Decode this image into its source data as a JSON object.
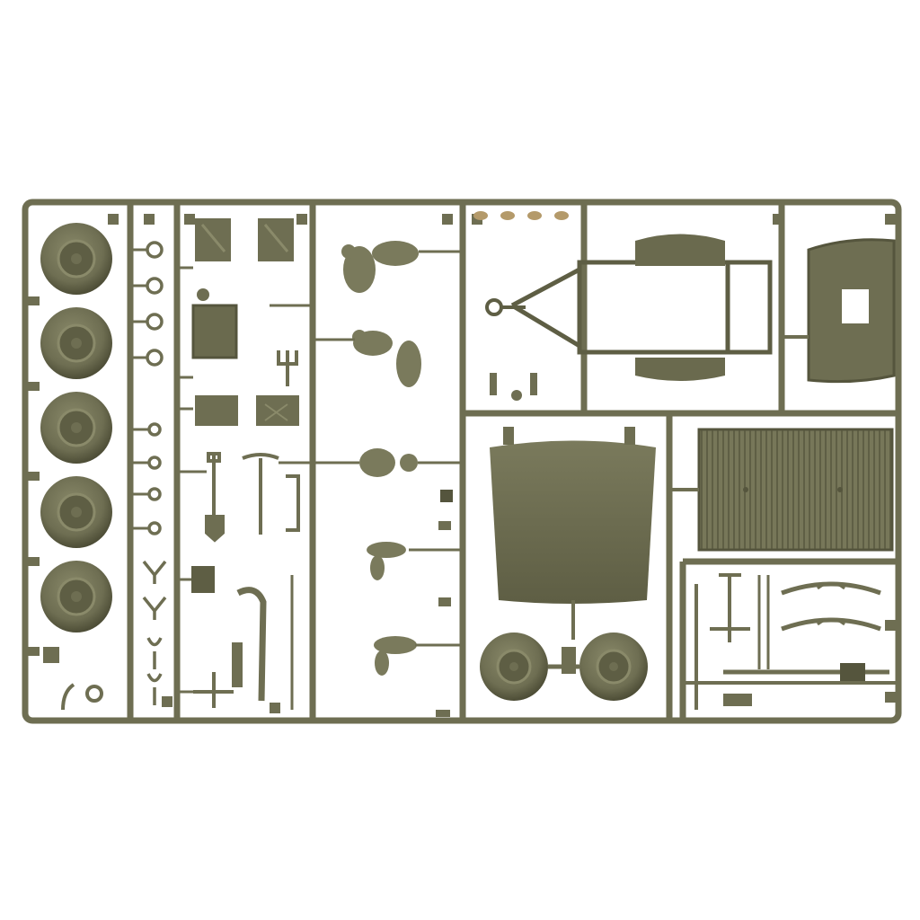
{
  "colors": {
    "background": "#ffffff",
    "plastic": "#6e6e52",
    "plastic_dark": "#55553d",
    "plastic_light": "#8a8a6a",
    "highlight": "#a3a382",
    "accent_tan": "#b49a6a"
  },
  "sprue": {
    "wheel_count": 7,
    "figure_count": 6,
    "ring_count": 8
  }
}
